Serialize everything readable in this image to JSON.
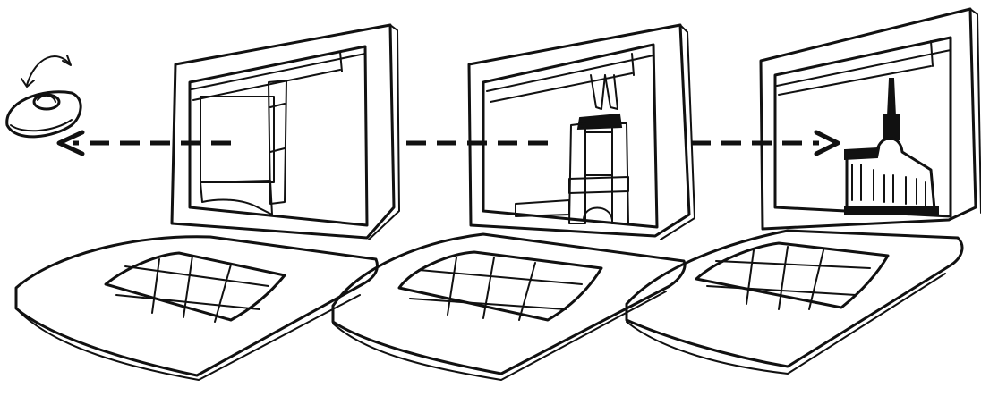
{
  "diagram": {
    "style": "black-ink sketch on white",
    "ink_color": "#111111",
    "background_color": "#ffffff",
    "elements": {
      "input_device": "trackball-mouse-icon",
      "panels": [
        {
          "id": "laptop-1",
          "screen_content": "zoomed-detail-view"
        },
        {
          "id": "laptop-2",
          "screen_content": "tower-view"
        },
        {
          "id": "laptop-3",
          "screen_content": "church-full-view"
        }
      ],
      "arrows": [
        {
          "from": "laptop-1",
          "to": "trackball",
          "direction": "left"
        },
        {
          "from": "laptop-2",
          "to": "laptop-1",
          "direction": "left"
        },
        {
          "from": "laptop-2",
          "to": "laptop-3",
          "direction": "right"
        }
      ]
    }
  }
}
